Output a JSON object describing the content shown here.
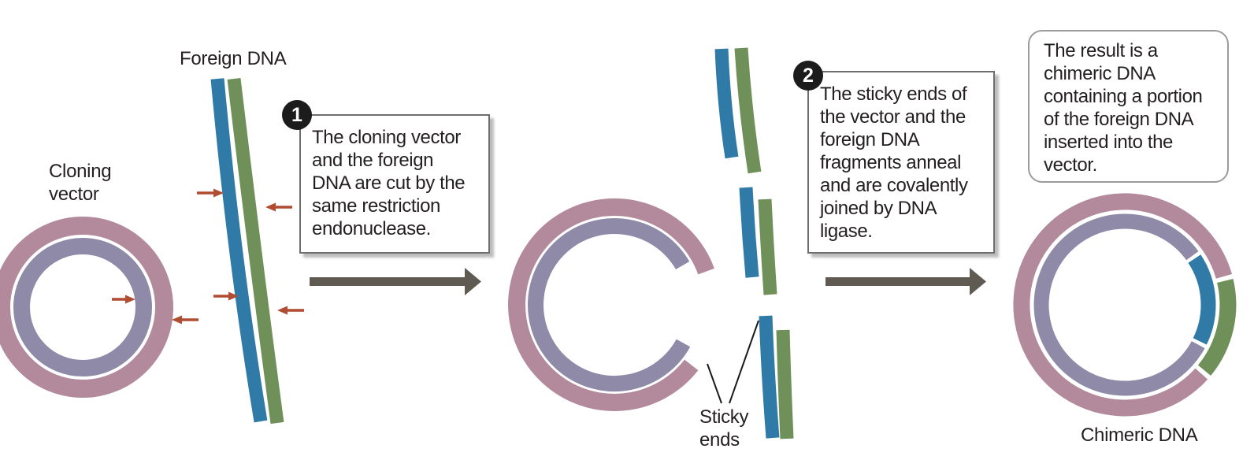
{
  "colors": {
    "vector_pink": "#b28a9b",
    "vector_purple": "#8f8aa8",
    "foreign_blue": "#2f7aa6",
    "foreign_green": "#70905a",
    "cut_arrow_red": "#b04c31",
    "flow_arrow_gray": "#5f5b52",
    "pointer_black": "#1a1a1a",
    "badge_black": "#1c1c1c",
    "text_black": "#231f20"
  },
  "panel1": {
    "foreign_dna_label": "Foreign DNA",
    "cloning_vector_label": "Cloning\nvector",
    "step1_number": "1",
    "step1_text": "The cloning vector\nand the foreign\nDNA are cut by the\nsame restriction\nendonuclease."
  },
  "panel2": {
    "step2_number": "2",
    "step2_text": "The sticky ends of\nthe vector and the\nforeign DNA\nfragments anneal\nand are covalently\njoined by DNA\nligase.",
    "sticky_ends_label": "Sticky\nends"
  },
  "panel3": {
    "result_text": "The result is a\nchimeric DNA\ncontaining a portion\nof the foreign DNA\ninserted into the\nvector.",
    "chimeric_dna_label": "Chimeric DNA"
  }
}
